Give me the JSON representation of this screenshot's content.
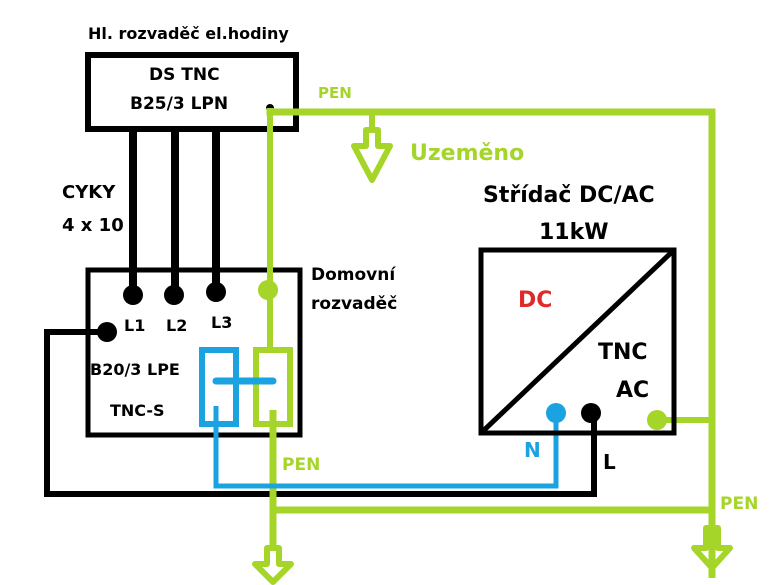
{
  "colors": {
    "black": "#000000",
    "pen_green": "#a6d52a",
    "neutral_blue": "#1aa3e0",
    "dc_red": "#e02a2a"
  },
  "labels": {
    "main_board_title": "Hl. rozvaděč el.hodiny",
    "main_board_line1": "DS TNC",
    "main_board_line2": "B25/3 LPN",
    "pen_top": "PEN",
    "grounded": "Uzeměno",
    "cable_line1": "CYKY",
    "cable_line2": "4 x 10",
    "inverter_title": "Střídač DC/AC",
    "inverter_power": "11kW",
    "house_board_line1": "Domovní",
    "house_board_line2": "rozvaděč",
    "l1": "L1",
    "l2": "L2",
    "l3": "L3",
    "breaker": "B20/3 LPE",
    "tncs": "TNC-S",
    "dc": "DC",
    "tnc": "TNC",
    "ac": "AC",
    "n": "N",
    "l": "L",
    "pen_bottom": "PEN",
    "pen_right": "PEN"
  }
}
